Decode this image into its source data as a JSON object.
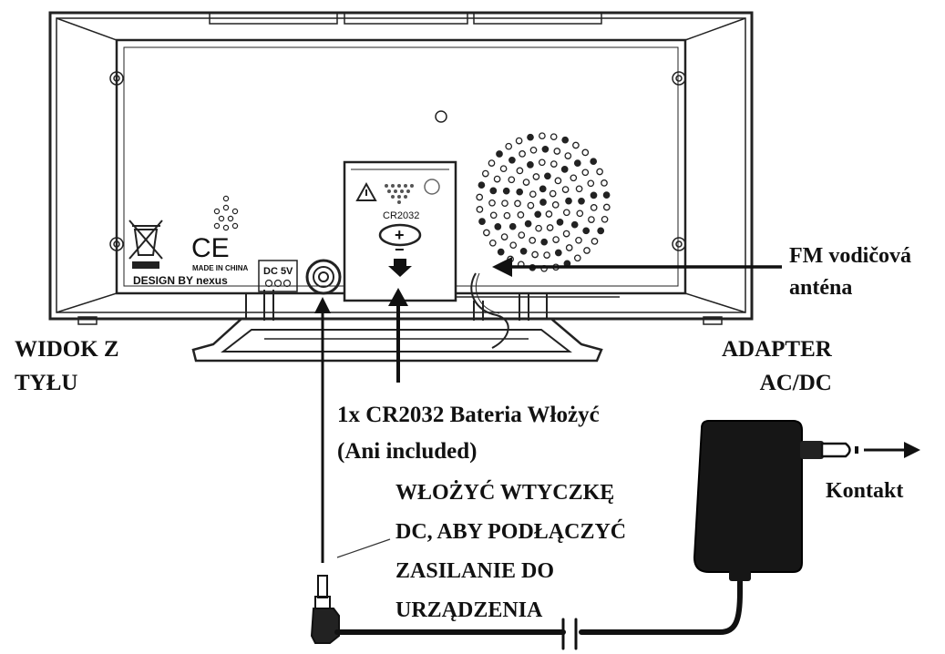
{
  "labels": {
    "rear_view": [
      "WIDOK Z",
      "TYŁU"
    ],
    "adapter": [
      "ADAPTER",
      "AC/DC"
    ],
    "fm_antenna": [
      "FM vodičová",
      "anténa"
    ],
    "battery": [
      "1x CR2032 Bateria Włożyć",
      "(Ani included)"
    ],
    "dc_plug": [
      "WŁOŻYĆ WTYCZKĘ",
      "DC, ABY PODŁĄCZYĆ",
      "ZASILANIE DO",
      "URZĄDZENIA"
    ],
    "outlet": "Kontakt"
  },
  "device_markings": {
    "brand_line": "DESIGN BY nexus",
    "made_in": "MADE IN CHINA",
    "ce": "CE",
    "dc_rating": "DC 5V",
    "battery_type": "CR2032",
    "battery_plus": "+",
    "battery_minus": "−"
  }
}
